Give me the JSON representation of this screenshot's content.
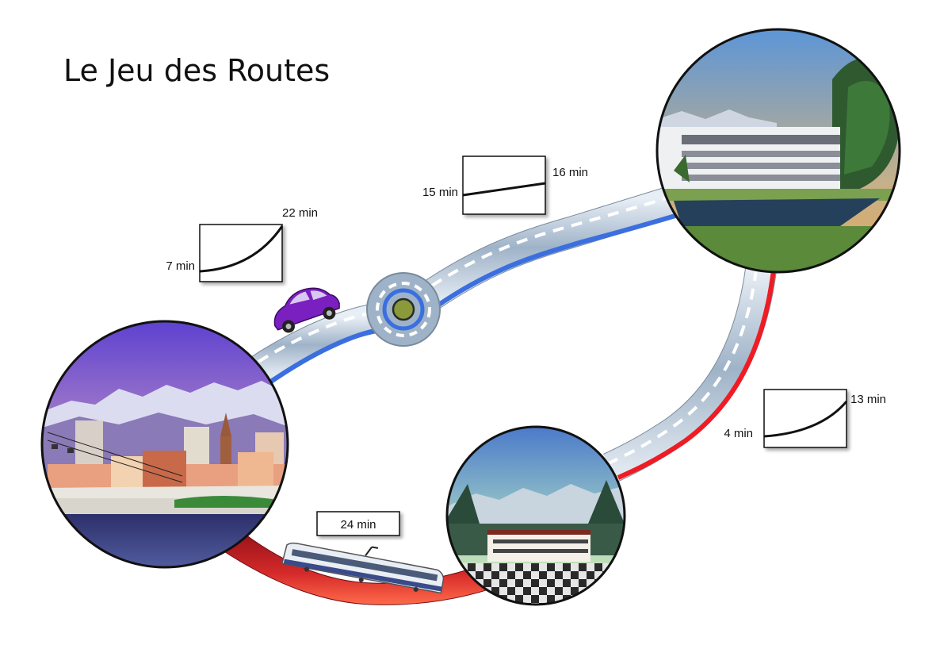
{
  "title": "Le Jeu des Routes",
  "graphs": {
    "car_left": {
      "min_label": "7 min",
      "max_label": "22 min"
    },
    "car_top": {
      "min_label": "15 min",
      "max_label": "16 min"
    },
    "car_right": {
      "min_label": "4 min",
      "max_label": "13 min"
    }
  },
  "tram": {
    "label": "24 min"
  },
  "colors": {
    "road": "#b9c9da",
    "lane_blue": "#3b6fe0",
    "lane_red": "#ee1c24",
    "tram_track": "#c8202a",
    "car": "#7a1fc0"
  },
  "nodes": [
    "city-grenoble",
    "campus-building",
    "mountain-village"
  ],
  "icons": [
    "car-icon",
    "tram-icon",
    "roundabout-icon"
  ]
}
